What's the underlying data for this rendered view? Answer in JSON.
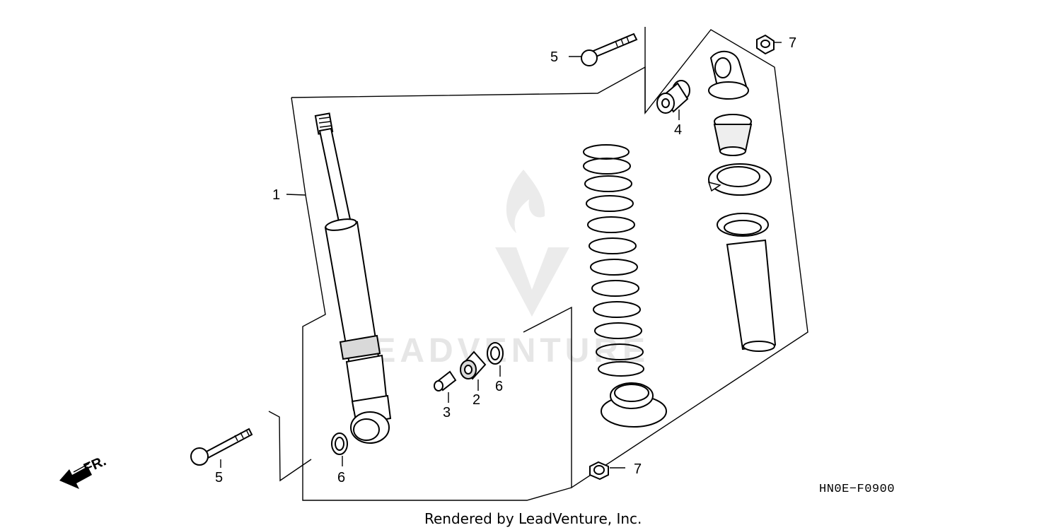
{
  "diagram": {
    "callouts": [
      "1",
      "2",
      "3",
      "4",
      "5",
      "5",
      "6",
      "6",
      "7",
      "7"
    ],
    "direction_label": "FR.",
    "diagram_code": "HN0E−F0900",
    "watermark_text": "LEADVENTURE",
    "footer_text": "Rendered by LeadVenture, Inc."
  }
}
